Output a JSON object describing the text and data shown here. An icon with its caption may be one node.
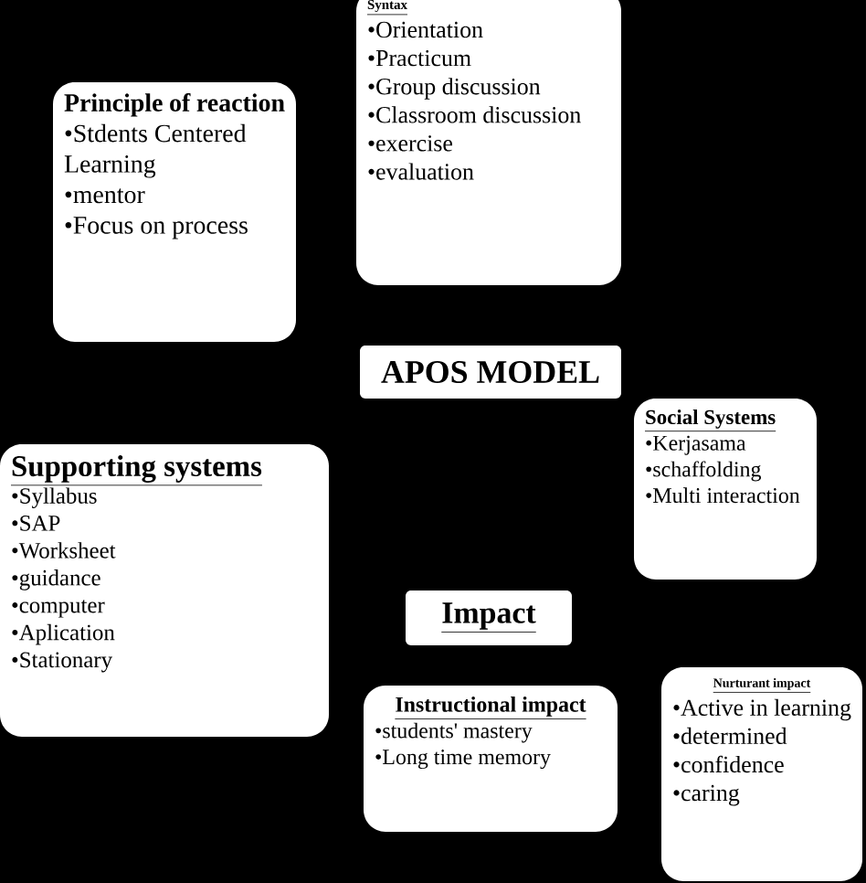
{
  "diagram": {
    "nodes": [
      {
        "text": [
          "Principle of reaction",
          "•Stdents Centered Learning",
          "•mentor",
          "•Focus on process"
        ]
      },
      {
        "text": [
          "Syntax",
          "•Orientation",
          "•Practicum",
          "•Group discussion",
          "•Classroom discussion",
          "•exercise",
          "•evaluation"
        ]
      },
      {
        "text": [
          "APOS MODEL"
        ]
      },
      {
        "text": [
          "Social Systems",
          "•Kerjasama",
          "•schaffolding",
          "•Multi interaction"
        ]
      },
      {
        "text": [
          "Supporting systems",
          "•Syllabus",
          "•SAP",
          "•Worksheet",
          "•guidance",
          "•computer",
          "•Aplication",
          "•Stationary"
        ]
      },
      {
        "text": [
          "Impact"
        ]
      },
      {
        "text": [
          "Instructional impact",
          "•students' mastery",
          "•Long time memory"
        ]
      },
      {
        "text": [
          "Nurturant impact",
          "•Active in learning",
          "•determined",
          "•confidence",
          "•caring"
        ]
      }
    ]
  }
}
